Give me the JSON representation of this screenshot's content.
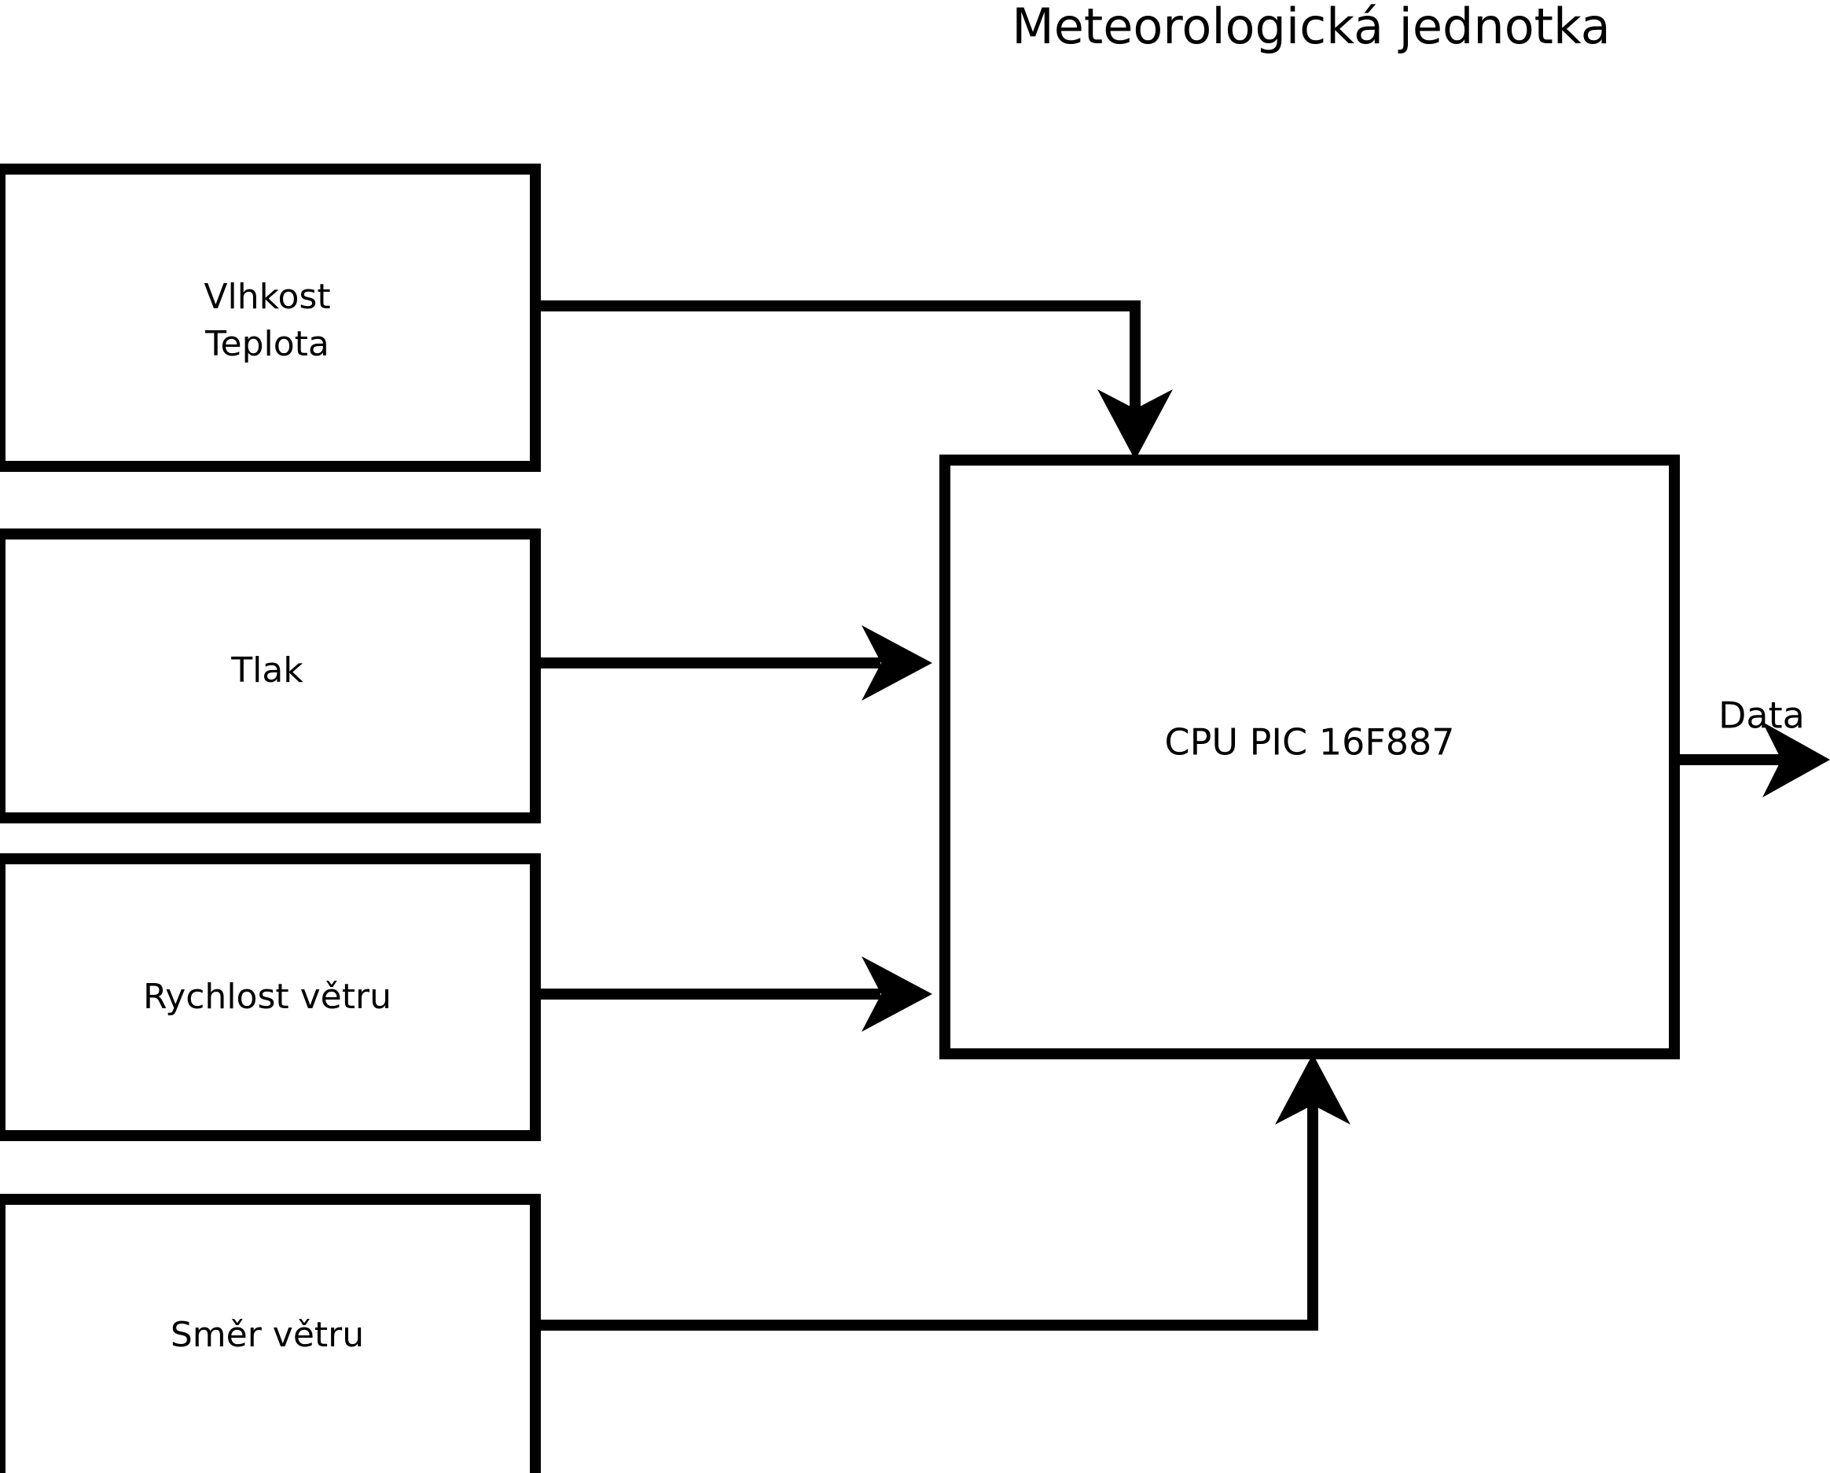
{
  "title": "Meteorologická jednotka",
  "diagram": {
    "type": "block-diagram",
    "background_color": "#ffffff",
    "line_color": "#000000",
    "blocks": [
      {
        "id": "humidity-temperature",
        "lines": [
          "Vlhkost",
          "Teplota"
        ],
        "line1": "Vlhkost",
        "line2": "Teplota"
      },
      {
        "id": "pressure",
        "label": "Tlak"
      },
      {
        "id": "wind-speed",
        "label": "Rychlost větru"
      },
      {
        "id": "wind-direction",
        "label": "Směr větru"
      },
      {
        "id": "cpu",
        "label": "CPU PIC 16F887"
      }
    ],
    "connections": [
      {
        "id": "humidity-to-cpu",
        "from": "humidity-temperature",
        "to": "cpu",
        "label": "",
        "arrow": "down"
      },
      {
        "id": "pressure-to-cpu",
        "from": "pressure",
        "to": "cpu",
        "label": "",
        "arrow": "right"
      },
      {
        "id": "wind-speed-to-cpu",
        "from": "wind-speed",
        "to": "cpu",
        "label": "",
        "arrow": "right"
      },
      {
        "id": "wind-direction-to-cpu",
        "from": "wind-direction",
        "to": "cpu",
        "label": "",
        "arrow": "up"
      },
      {
        "id": "cpu-data-out",
        "from": "cpu",
        "to": "",
        "label": "Data",
        "arrow": "right"
      }
    ],
    "output_label": "Data"
  }
}
